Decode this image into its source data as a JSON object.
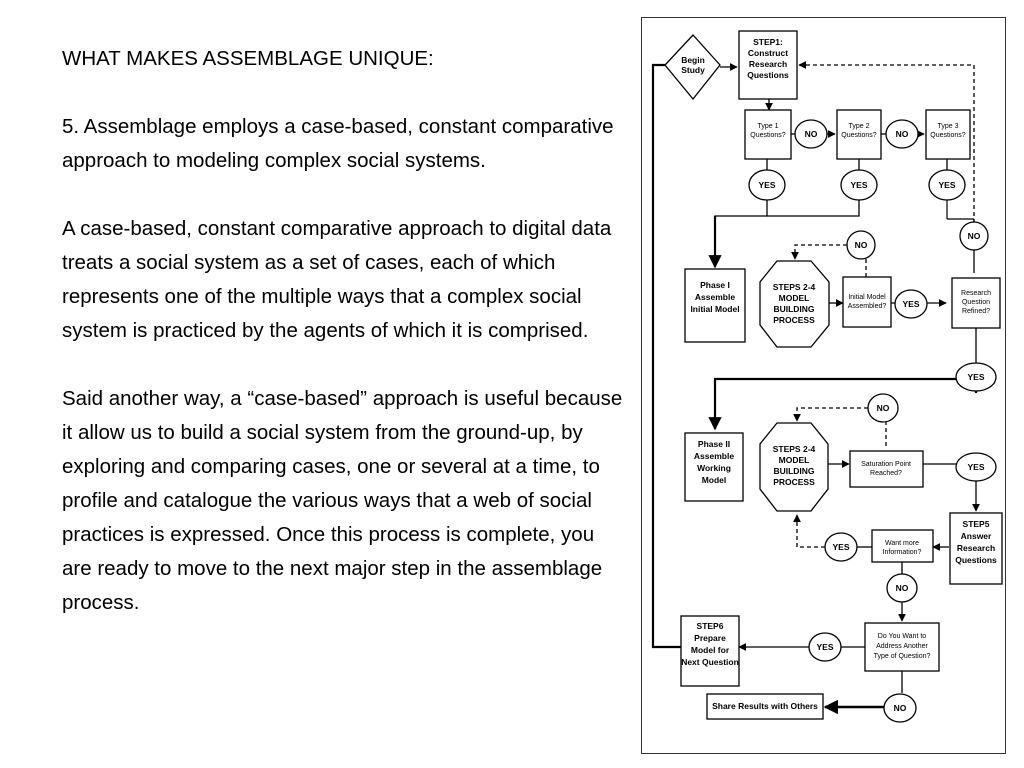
{
  "slide": {
    "heading": "WHAT MAKES ASSEMBLAGE UNIQUE:",
    "paragraphs": [
      "5. Assemblage employs a case-based, constant comparative approach to modeling complex social systems.",
      "A case-based, constant comparative approach to digital data treats a social system as a set of cases, each of which represents one of the multiple ways that a complex social system is practiced by the agents of which it is comprised.",
      "Said another way, a “case-based” approach is useful because it allow us to build a social system from the ground-up, by exploring and comparing cases, one or several at a time, to profile and catalogue the various ways that a web of social practices is expressed.  Once this process is complete, you are ready to move to the next major step in the assemblage process."
    ]
  },
  "flowchart": {
    "begin_study": [
      "Begin",
      "Study"
    ],
    "step1": [
      "STEP1:",
      "Construct",
      "Research",
      "Questions"
    ],
    "type1": [
      "Type 1",
      "Questions?"
    ],
    "type2": [
      "Type 2",
      "Questions?"
    ],
    "type3": [
      "Type 3",
      "Questions?"
    ],
    "yes": "YES",
    "no": "NO",
    "phase1": [
      "Phase I",
      "Assemble",
      "Initial Model"
    ],
    "steps_2_4": [
      "STEPS 2-4",
      "MODEL",
      "BUILDING",
      "PROCESS"
    ],
    "initial_model_assembled": [
      "Initial Model",
      "Assembled?"
    ],
    "research_question_refined": [
      "Research",
      "Question",
      "Refined?"
    ],
    "phase2": [
      "Phase II",
      "Assemble",
      "Working",
      "Model"
    ],
    "saturation_point": [
      "Saturation Point",
      "Reached?"
    ],
    "step5": [
      "STEP5",
      "Answer",
      "Research",
      "Questions"
    ],
    "want_more_info": [
      "Want more",
      "Information?"
    ],
    "step6": [
      "STEP6",
      "Prepare",
      "Model for",
      "Next Question"
    ],
    "address_another": [
      "Do You Want to",
      "Address Another",
      "Type of Question?"
    ],
    "share_results": "Share Results with Others"
  }
}
